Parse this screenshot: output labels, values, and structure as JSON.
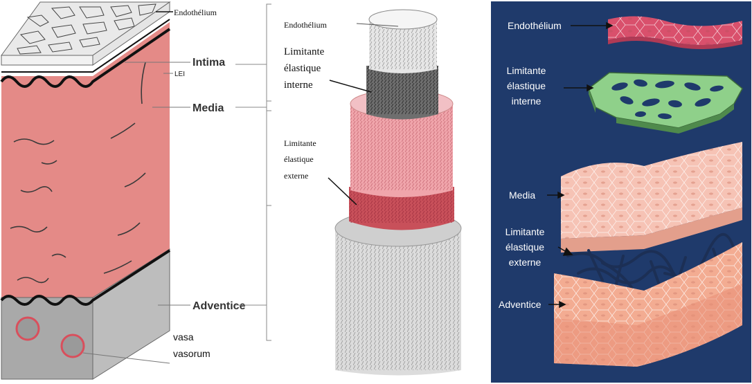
{
  "panel_left": {
    "endothelium": "Endothélium",
    "intima": "Intima",
    "lei": "LEI",
    "media": "Media",
    "adventice": "Adventice",
    "vasa_line1": "vasa",
    "vasa_line2": "vasorum"
  },
  "panel_middle": {
    "endothelium": "Endothélium",
    "lei_line1": "Limitante",
    "lei_line2": "élastique",
    "lei_line3": "interne",
    "lee_line1": "Limitante",
    "lee_line2": "élastique",
    "lee_line3": "externe"
  },
  "panel_right": {
    "endothelium": "Endothélium",
    "lei_line1": "Limitante",
    "lei_line2": "élastique",
    "lei_line3": "interne",
    "media": "Media",
    "lee_line1": "Limitante",
    "lee_line2": "élastique",
    "lee_line3": "externe",
    "adventice": "Adventice"
  },
  "colors": {
    "media_pink": "#e48a87",
    "adventice_gray": "#a8a8a8",
    "right_background": "#1f3a6b",
    "endothelium_red": "#d9506c",
    "lei_green": "#8fd08a",
    "media_peach": "#f6c3b5",
    "lee_navy": "#1c2f55"
  }
}
